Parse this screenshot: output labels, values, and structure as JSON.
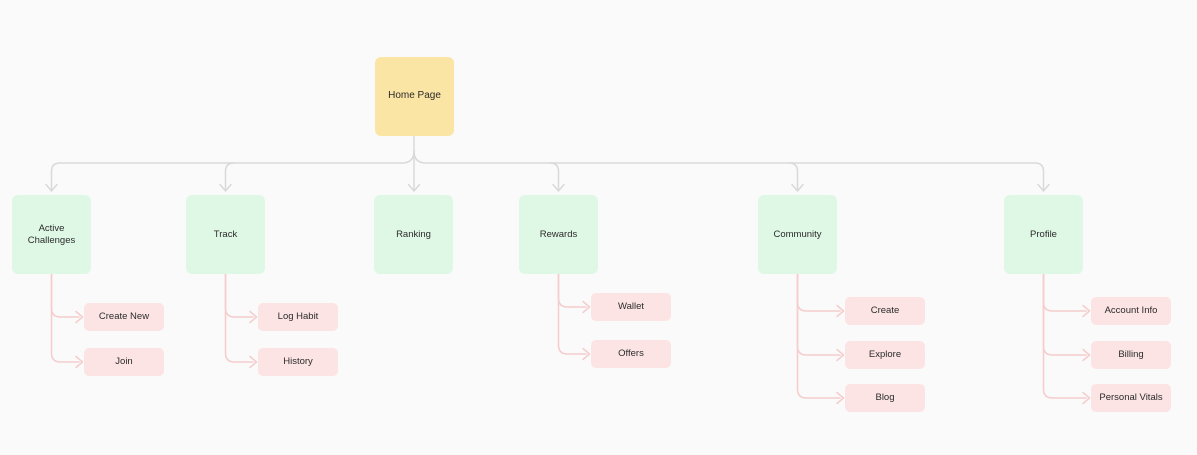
{
  "canvas": {
    "background_color": "#fafafa"
  },
  "colors": {
    "root_fill": "#fbe5a4",
    "section_fill": "#dff8e6",
    "leaf_fill": "#fce4e4",
    "tree_line": "#d9d9d9",
    "branch_line": "#f6cccc",
    "text": "#2b2b2b"
  },
  "sitemap": {
    "root": {
      "label": "Home Page"
    },
    "sections": [
      {
        "label": "Active Challenges",
        "children": [
          {
            "label": "Create New"
          },
          {
            "label": "Join"
          }
        ]
      },
      {
        "label": "Track",
        "children": [
          {
            "label": "Log Habit"
          },
          {
            "label": "History"
          }
        ]
      },
      {
        "label": "Ranking",
        "children": []
      },
      {
        "label": "Rewards",
        "children": [
          {
            "label": "Wallet"
          },
          {
            "label": "Offers"
          }
        ]
      },
      {
        "label": "Community",
        "children": [
          {
            "label": "Create"
          },
          {
            "label": "Explore"
          },
          {
            "label": "Blog"
          }
        ]
      },
      {
        "label": "Profile",
        "children": [
          {
            "label": "Account Info"
          },
          {
            "label": "Billing"
          },
          {
            "label": "Personal Vitals"
          }
        ]
      }
    ]
  }
}
